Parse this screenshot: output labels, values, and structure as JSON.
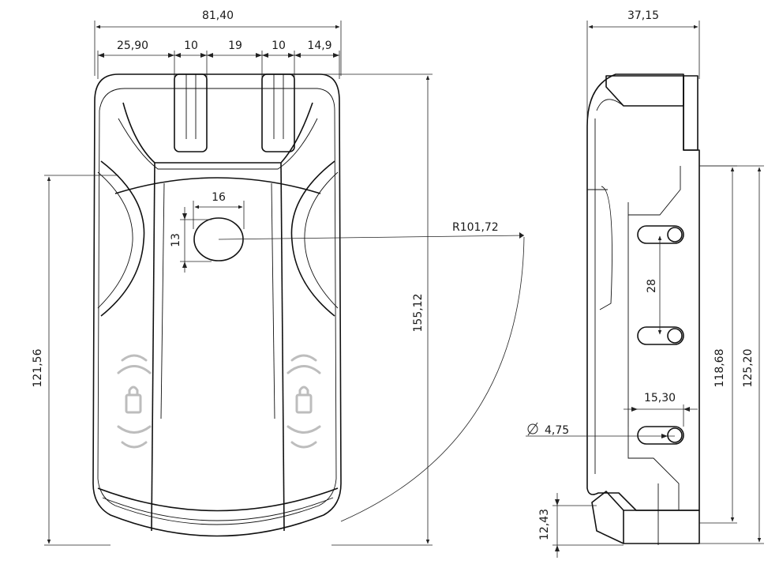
{
  "front_view": {
    "dims": {
      "overall_width": "81,40",
      "seg_1": "25,90",
      "seg_2": "10",
      "seg_3": "19",
      "seg_4": "10",
      "seg_5": "14,9",
      "oval_width": "16",
      "oval_height": "13",
      "height_left": "121,56",
      "height_right": "155,12",
      "radius": "R101,72"
    }
  },
  "side_view": {
    "dims": {
      "width": "37,15",
      "slot_pitch": "28",
      "slot_span": "15,30",
      "hole_diameter": "4,75",
      "bottom_offset": "12,43",
      "height_inner": "118,68",
      "height_outer": "125,20"
    }
  }
}
